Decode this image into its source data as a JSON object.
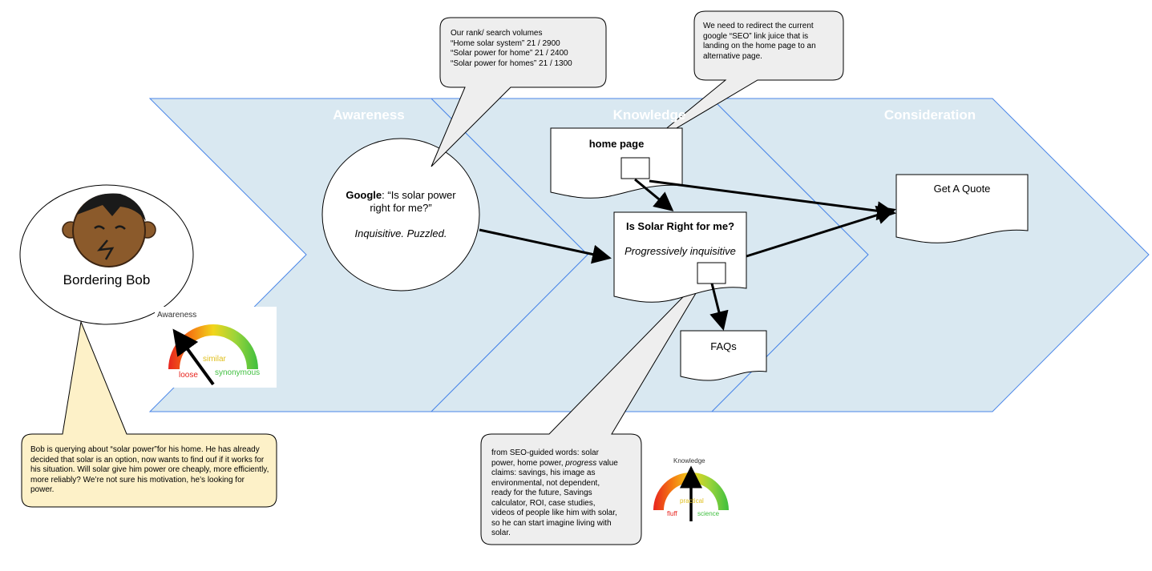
{
  "stages": [
    {
      "label": "Awareness"
    },
    {
      "label": "Knowledge"
    },
    {
      "label": "Consideration"
    }
  ],
  "persona": {
    "name": "Bordering Bob",
    "description": "Bob is querying about “solar power”for his home. He has already decided that solar is an option, now wants to find ouf if it works for his situation.  Will solar give him power ore cheaply, more efficiently, more reliably? We’re not sure his motivation, he’s looking for power."
  },
  "google_node": {
    "brand": "Google",
    "query": ": “Is solar power right for me?”",
    "mood": "Inquisitive. Puzzled."
  },
  "callouts": {
    "rank_lines": [
      "Our rank/ search volumes",
      "“Home solar system” 21 / 2900",
      "“Solar power for home” 21 /  2400",
      "“Solar power for homes” 21 / 1300"
    ],
    "redirect": "We need to redirect the current google “SEO” link juice that is landing on the home page to an alternative page.",
    "seo_words": [
      "from SEO-guided words: solar",
      "power, home power, ",
      "progress",
      " value",
      "claims: savings, his image as",
      "environmental, not dependent,",
      "ready for the future,  Savings",
      "calculator, ROI, case studies,",
      "videos of people like him with solar,",
      "so he can start imagine living with",
      "solar."
    ]
  },
  "pages": {
    "home": "home page",
    "solar_right": "Is Solar Right for me?",
    "solar_right_mood": "Progressively inquisitive",
    "quote": "Get A Quote",
    "faqs": "FAQs"
  },
  "gauges": {
    "awareness": {
      "title": "Awareness",
      "low": "loose",
      "mid": "similar",
      "high": "synonymous",
      "level": 0.3
    },
    "knowledge": {
      "title": "Knowledge",
      "low": "fluff",
      "mid": "practical",
      "high": "science",
      "level": 0.5
    }
  },
  "colors": {
    "chevron_fill": "#d9e8f1",
    "chevron_stroke": "#4a86e8",
    "persona_callout_fill": "#fdf1c8",
    "callout_fill": "#eeeeee"
  }
}
